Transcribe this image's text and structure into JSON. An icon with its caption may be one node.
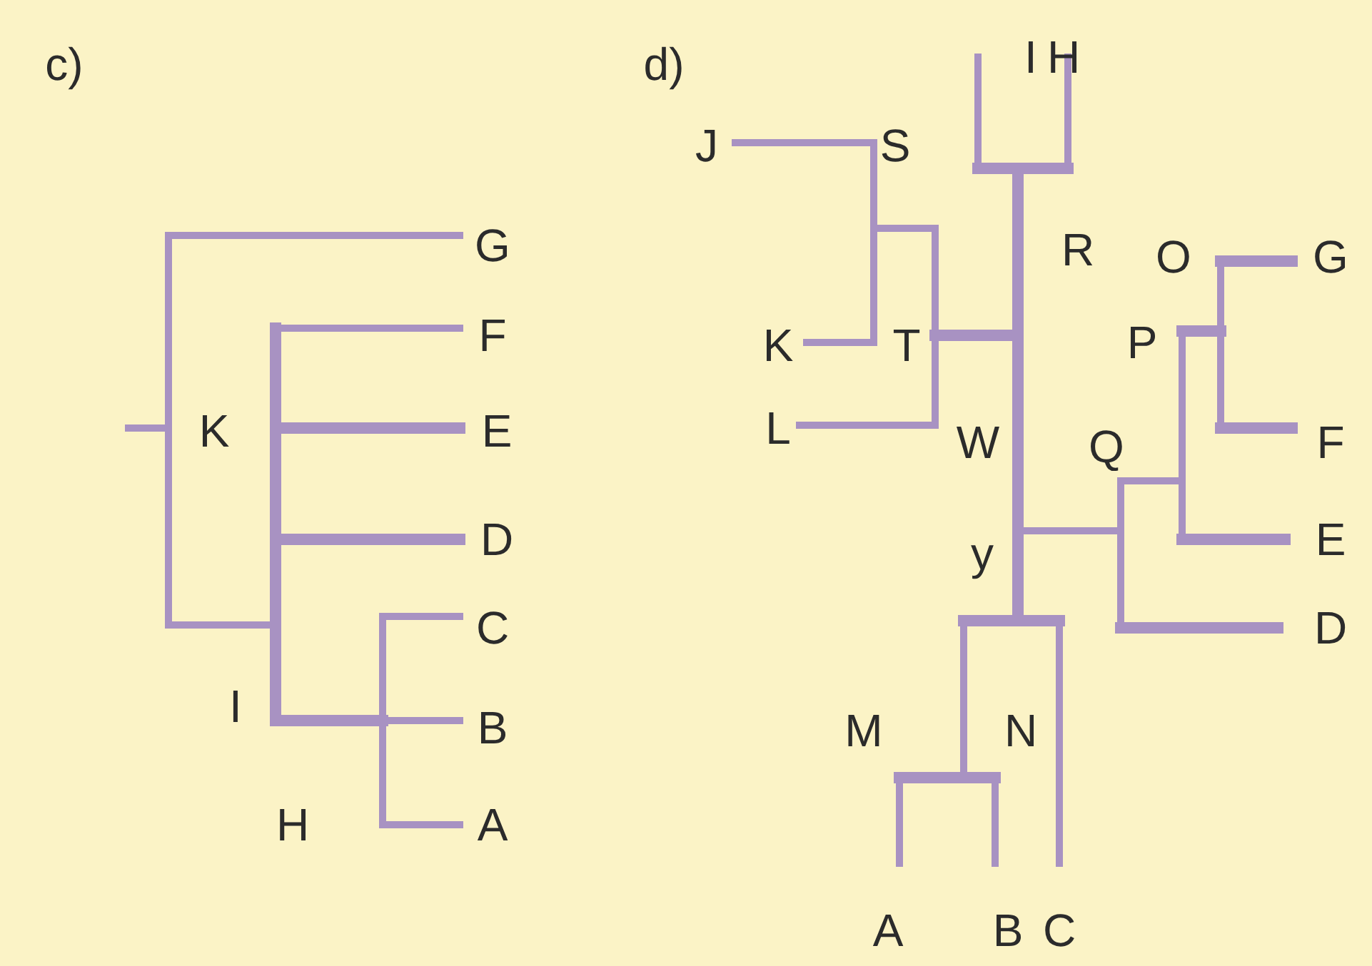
{
  "diagram": {
    "labels": [
      "c)",
      "d)",
      "I",
      "H",
      "J",
      "S",
      "G",
      "R",
      "O",
      "G",
      "F",
      "K",
      "T",
      "P",
      "K",
      "E",
      "L",
      "W",
      "Q",
      "F",
      "D",
      "y",
      "E",
      "C",
      "D",
      "I",
      "B",
      "M",
      "N",
      "H",
      "A",
      "A",
      "B",
      "C"
    ]
  }
}
